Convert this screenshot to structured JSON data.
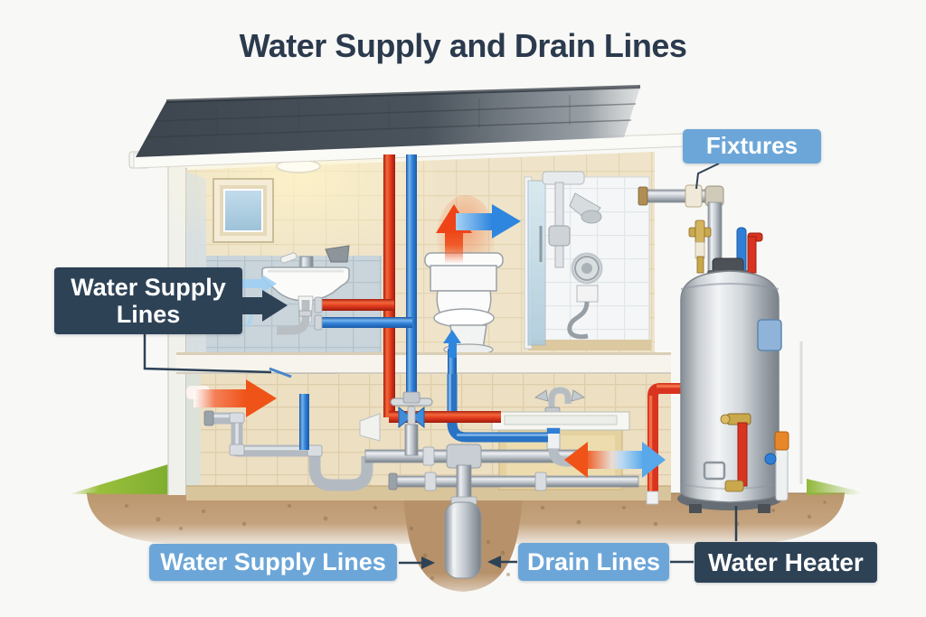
{
  "title": "Water Supply and Drain Lines",
  "labels": {
    "fixtures": "Fixtures",
    "water_supply_callout": "Water Supply Lines",
    "water_supply_bottom": "Water Supply Lines",
    "drain_lines": "Drain Lines",
    "water_heater": "Water Heater"
  },
  "icons": {
    "hot_rise_arrow": "red-up-arrow",
    "cold_flow_arrow": "blue-right-arrow",
    "supply_in_arrow": "orange-right-arrow",
    "mix_flow_arrow": "orange-blue-double-arrow",
    "toilet_fill_arrow": "blue-up-arrow"
  },
  "colors": {
    "title_text": "#2b3a4d",
    "label_blue_bg": "#6ca6d8",
    "label_navy_bg": "#2e4256",
    "label_text": "#ffffff",
    "hot_pipe_red": "#d8341f",
    "cold_pipe_blue": "#2f7fd6",
    "chrome_pipe": "#b6bcc3",
    "roof_gray": "#454d56",
    "wall_beige": "#efe4c9",
    "tile_blue_gray": "#c9d4db",
    "soil_brown": "#bb966d",
    "grass_green": "#9abf3d"
  }
}
